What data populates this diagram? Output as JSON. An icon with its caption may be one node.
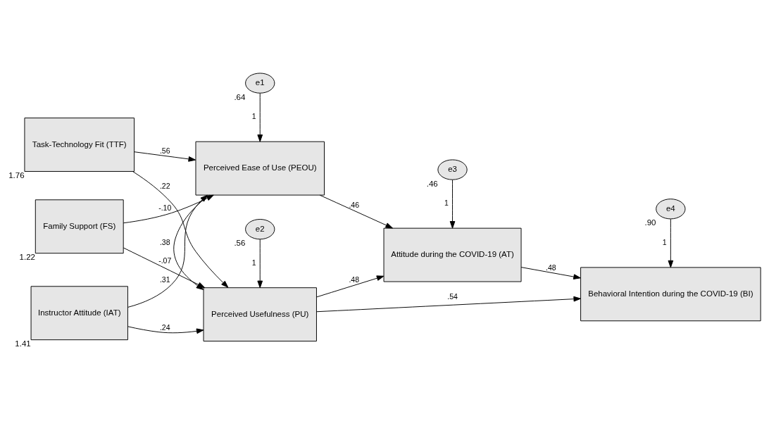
{
  "diagram": {
    "nodes": [
      {
        "text": [
          "Family Support (FS)"
        ],
        "beside": [
          "1.22"
        ]
      },
      {
        "text": [
          "Task-Technology Fit (TTF)"
        ],
        "beside": [
          "1.76"
        ]
      },
      {
        "text": [
          "Instructor Attitude (IAT)"
        ],
        "beside": [
          "1.41"
        ]
      },
      {
        "text": [
          "Perceived Ease of Use (PEOU)"
        ]
      },
      {
        "text": [
          "Perceived Usefulness (PU)"
        ]
      },
      {
        "text": [
          "Attitude during the COVID-19 (AT)"
        ]
      },
      {
        "text": [
          "Behavioral Intention during the COVID-19 (BI)"
        ]
      },
      {
        "text": [
          "e1"
        ],
        "beside": [
          ".64"
        ]
      },
      {
        "text": [
          "e2"
        ],
        "beside": [
          ".56"
        ]
      },
      {
        "text": [
          "e3"
        ],
        "beside": [
          ".46"
        ]
      },
      {
        "text": [
          "e4"
        ],
        "beside": [
          ".90"
        ]
      }
    ],
    "edges": [
      {
        "from": 0,
        "to": 3,
        "arrow": "to",
        "label": "-.10"
      },
      {
        "from": 0,
        "to": 4,
        "arrow": "to",
        "label": "-.07"
      },
      {
        "from": 1,
        "to": 3,
        "arrow": "to",
        "label": ".56"
      },
      {
        "from": 1,
        "to": 4,
        "arrow": "to",
        "label": ".22"
      },
      {
        "from": 2,
        "to": 3,
        "arrow": "to",
        "label": ".31"
      },
      {
        "from": 2,
        "to": 4,
        "arrow": "to",
        "label": ".24"
      },
      {
        "from": 7,
        "to": 3,
        "arrow": "to",
        "label": "1"
      },
      {
        "from": 3,
        "to": 4,
        "arrow": "to",
        "label": ".38"
      },
      {
        "from": 8,
        "to": 4,
        "arrow": "to",
        "label": "1"
      },
      {
        "from": 3,
        "to": 5,
        "arrow": "to",
        "label": ".46"
      },
      {
        "from": 4,
        "to": 5,
        "arrow": "to",
        "label": ".48"
      },
      {
        "from": 9,
        "to": 5,
        "arrow": "to",
        "label": "1"
      },
      {
        "from": 5,
        "to": 6,
        "arrow": "to",
        "label": ".48"
      },
      {
        "from": 4,
        "to": 6,
        "arrow": "to",
        "label": ".54"
      },
      {
        "from": 10,
        "to": 6,
        "arrow": "to",
        "label": "1"
      }
    ]
  }
}
